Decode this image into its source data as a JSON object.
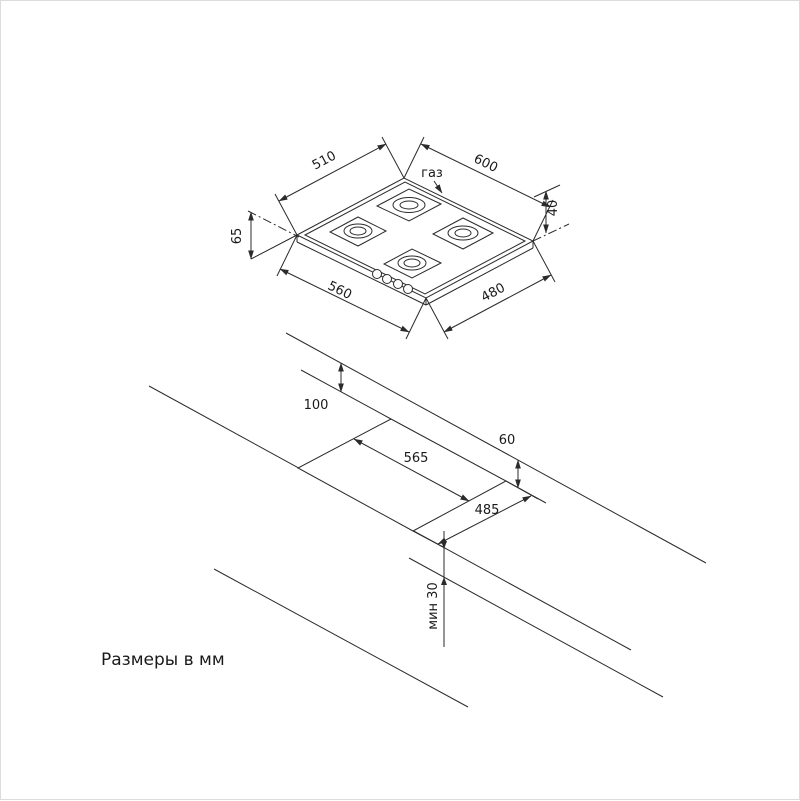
{
  "caption": "Размеры в мм",
  "colors": {
    "line": "#2b2b2b",
    "text": "#1a1a1a",
    "background": "#ffffff"
  },
  "hob": {
    "gas_label": "газ",
    "dims": {
      "depth": "510",
      "width": "600",
      "height_left": "65",
      "height_right": "40",
      "front_left": "560",
      "front_right": "480"
    }
  },
  "countertop": {
    "dims": {
      "back_clearance_left": "100",
      "back_clearance_right": "60",
      "cutout_width": "565",
      "cutout_depth": "485",
      "front_clearance_min": "мин 30"
    }
  }
}
